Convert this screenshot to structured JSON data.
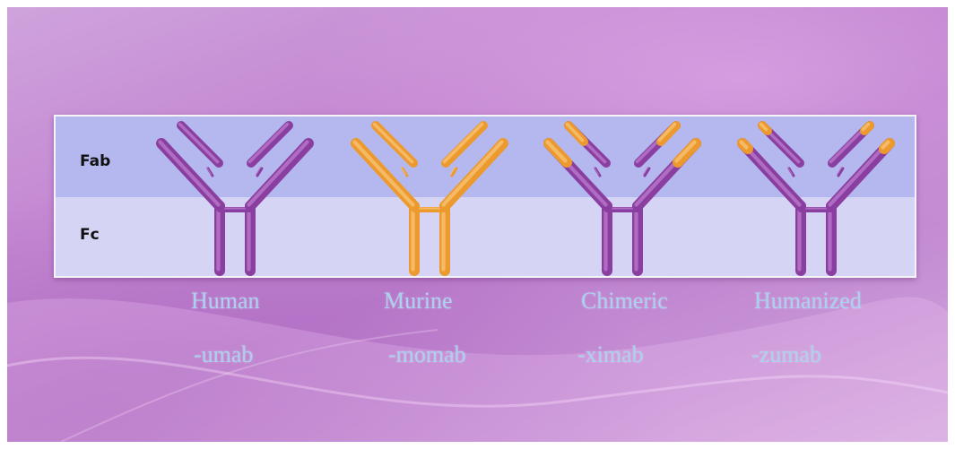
{
  "regions": {
    "fab_label": "Fab",
    "fc_label": "Fc"
  },
  "antibodies": [
    {
      "name": "Human",
      "suffix": "-umab",
      "heavy_color": "purple",
      "light_color": "purple",
      "tip_color": "purple"
    },
    {
      "name": "Murine",
      "suffix": "-momab",
      "heavy_color": "orange",
      "light_color": "orange",
      "tip_color": "orange"
    },
    {
      "name": "Chimeric",
      "suffix": "-ximab",
      "heavy_color": "purple",
      "light_color": "purple",
      "tip_color": "orange",
      "variable_region": "orange"
    },
    {
      "name": "Humanized",
      "suffix": "-zumab",
      "heavy_color": "purple",
      "light_color": "purple",
      "tip_color": "orange",
      "variable_region": "tips-only"
    }
  ],
  "colors": {
    "purple": "#8a3fa0",
    "purple_light": "#b675c9",
    "orange": "#ec9a2e",
    "orange_light": "#f7c070",
    "fab_band": "#b5b8ee",
    "fc_band": "#d6d4f5",
    "caption_text": "#a9d2ee"
  }
}
